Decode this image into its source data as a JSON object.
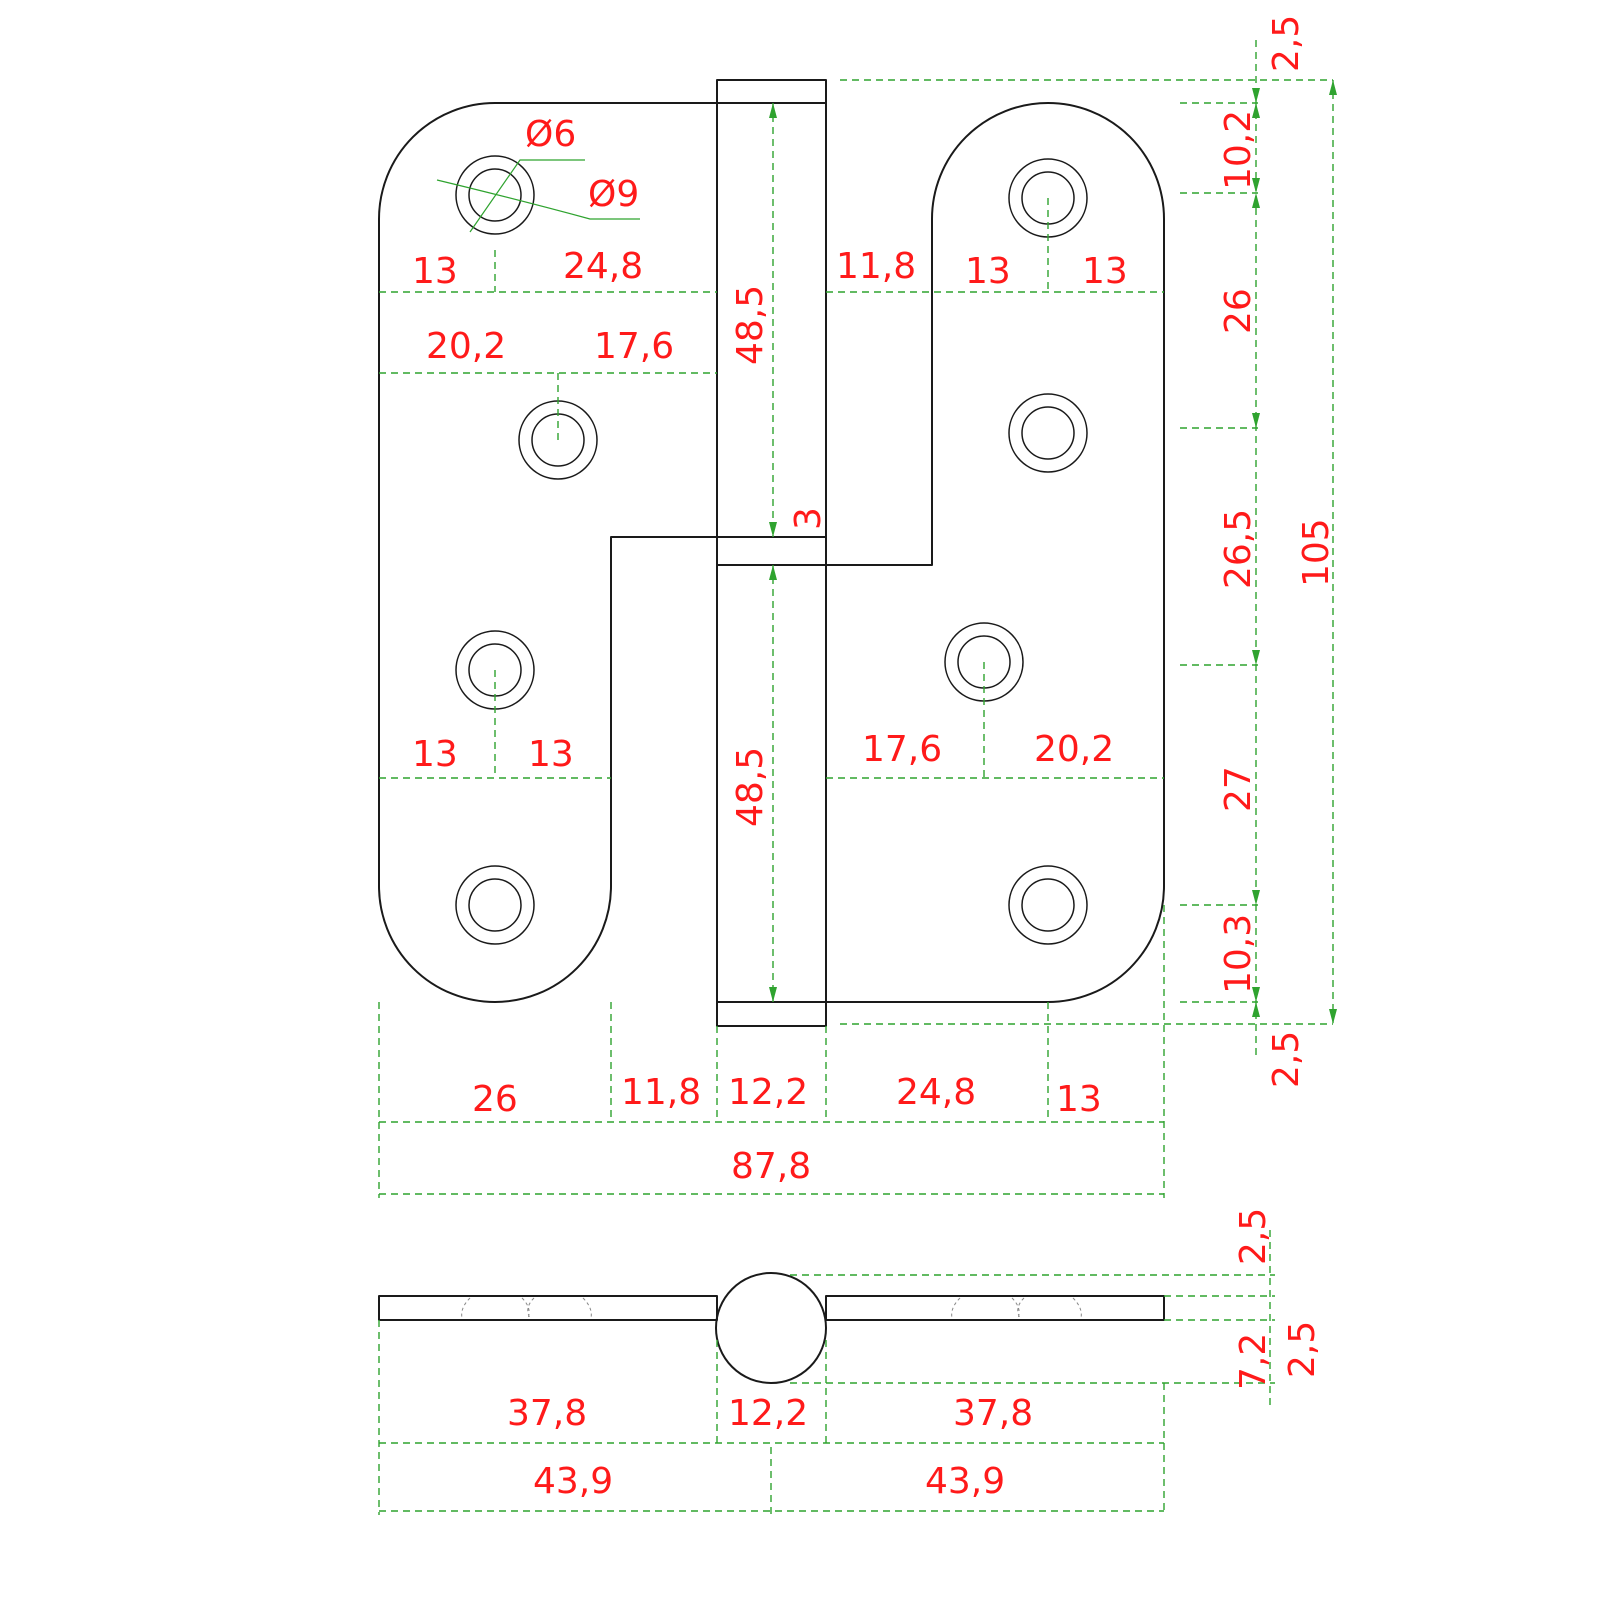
{
  "drawing": {
    "top_view": {
      "diameters": {
        "hole_inner": "Ø6",
        "hole_outer": "Ø9"
      },
      "left_leaf": {
        "top_hole_offsets": [
          "13",
          "24,8"
        ],
        "second_hole_offsets": [
          "20,2",
          "17,6"
        ],
        "third_hole_offsets": [
          "13",
          "13"
        ]
      },
      "right_leaf": {
        "top_hole_offsets": [
          "11,8",
          "13",
          "13"
        ],
        "third_hole_offsets": [
          "17,6",
          "20,2"
        ]
      },
      "knuckle": {
        "upper_length": "48,5",
        "gap": "3",
        "lower_length": "48,5"
      },
      "right_side_chain": [
        "2,5",
        "10,2",
        "26",
        "26,5",
        "27",
        "10,3",
        "2,5"
      ],
      "overall_height": "105",
      "bottom_chain": [
        "26",
        "11,8",
        "12,2",
        "24,8",
        "13"
      ],
      "overall_width": "87,8"
    },
    "side_view": {
      "right_chain": [
        "2,5",
        "7,2",
        "2,5"
      ],
      "bottom_chain": [
        "37,8",
        "12,2",
        "37,8"
      ],
      "halves": [
        "43,9",
        "43,9"
      ]
    }
  }
}
